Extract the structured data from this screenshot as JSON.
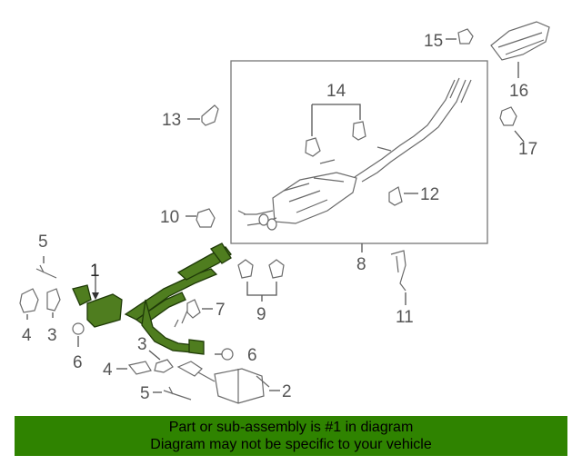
{
  "callouts": {
    "c1": "1",
    "c2": "2",
    "c3a": "3",
    "c3b": "3",
    "c4a": "4",
    "c4b": "4",
    "c5a": "5",
    "c5b": "5",
    "c6a": "6",
    "c6b": "6",
    "c7": "7",
    "c8": "8",
    "c9": "9",
    "c10": "10",
    "c11": "11",
    "c12": "12",
    "c13": "13",
    "c14": "14",
    "c15": "15",
    "c16": "16",
    "c17": "17"
  },
  "banner": {
    "line1": "Part or sub-assembly is #1 in diagram",
    "line2": "Diagram may not be specific to your vehicle"
  },
  "colors": {
    "highlight": "#4f7d1f",
    "banner": "#2f8300"
  }
}
